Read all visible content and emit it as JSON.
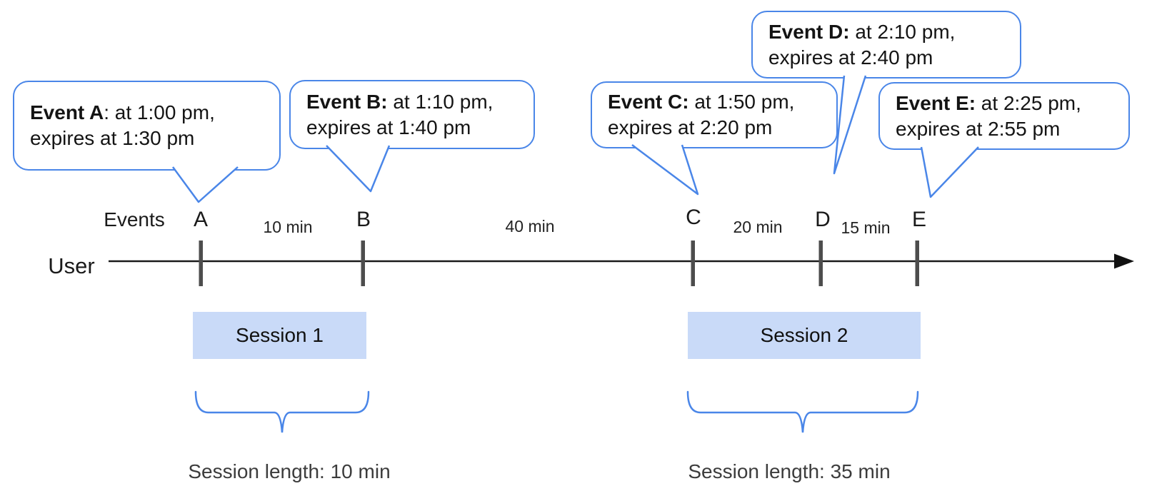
{
  "labels": {
    "events": "Events",
    "user": "User"
  },
  "bubbles": [
    {
      "event": "A",
      "title": "Event A",
      "rest": ": at 1:00 pm,",
      "line2": "expires at 1:30 pm"
    },
    {
      "event": "B",
      "title": "Event B:",
      "rest": " at 1:10 pm,",
      "line2": "expires at 1:40 pm"
    },
    {
      "event": "C",
      "title": "Event C:",
      "rest": " at 1:50 pm,",
      "line2": "expires at 2:20 pm"
    },
    {
      "event": "D",
      "title": "Event D:",
      "rest": " at 2:10 pm,",
      "line2": "expires at 2:40 pm"
    },
    {
      "event": "E",
      "title": "Event E:",
      "rest": " at 2:25 pm,",
      "line2": "expires at 2:55 pm"
    }
  ],
  "timeline": {
    "tick_labels": [
      "A",
      "B",
      "C",
      "D",
      "E"
    ],
    "gap_labels": [
      "10 min",
      "40 min",
      "20 min",
      "15 min"
    ]
  },
  "sessions": [
    {
      "label": "Session 1",
      "length": "Session length: 10 min"
    },
    {
      "label": "Session 2",
      "length": "Session length: 35 min"
    }
  ],
  "colors": {
    "accent_blue": "#4a86e8",
    "session_fill": "#c9daf8",
    "arrow_black": "#1a1a1a",
    "tick_gray": "#4d4d4d"
  }
}
